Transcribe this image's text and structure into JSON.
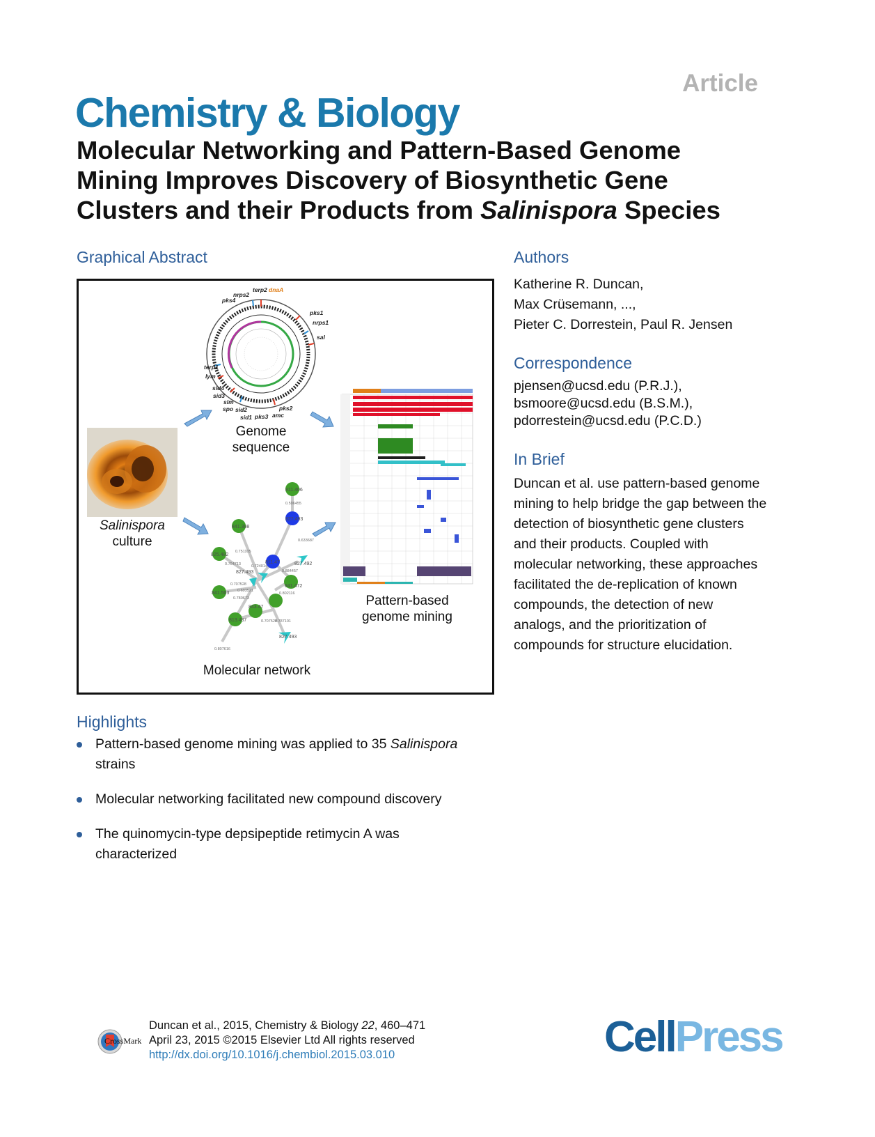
{
  "header": {
    "article_label": "Article",
    "journal": "Chemistry & Biology",
    "title_lines": [
      {
        "before": "Molecular Networking and Pattern-Based Genome",
        "italic": "",
        "after": ""
      },
      {
        "before": "Mining Improves Discovery of Biosynthetic Gene",
        "italic": "",
        "after": ""
      },
      {
        "before": "Clusters and their Products from ",
        "italic": "Salinispora",
        "after": " Species"
      }
    ]
  },
  "graphical_abstract": {
    "heading": "Graphical Abstract",
    "culture_label_italic": "Salinispora",
    "culture_label": "culture",
    "genome_label_1": "Genome",
    "genome_label_2": "sequence",
    "mining_label_1": "Pattern-based",
    "mining_label_2": "genome mining",
    "network_label": "Molecular network",
    "gene_labels": [
      "nrps2",
      "terp2",
      "dnaA",
      "pks4",
      "pks1",
      "nrps1",
      "sal",
      "terp1",
      "lym",
      "sid4",
      "sid3",
      "slm",
      "spo",
      "sid2",
      "sid1",
      "pks3",
      "amc",
      "pks2"
    ],
    "node_labels": [
      "811.406",
      "827.493",
      "841.398",
      "825.482",
      "841.503",
      "827.493",
      "843.47",
      "827.492",
      "841.472",
      "813.437",
      "827.493",
      "811.47"
    ],
    "edge_labels": [
      "0.596455",
      "0.633687",
      "0.751105",
      "0.764713",
      "0.724014",
      "0.884457",
      "0.707528",
      "0.693521",
      "0.780673",
      "0.802116",
      "0.787101",
      "0.707528",
      "0.807616"
    ]
  },
  "authors": {
    "heading": "Authors",
    "lines": [
      "Katherine R. Duncan,",
      "Max Crüsemann, ...,",
      "Pieter C. Dorrestein, Paul R. Jensen"
    ]
  },
  "correspondence": {
    "heading": "Correspondence",
    "lines": [
      "pjensen@ucsd.edu (P.R.J.),",
      "bsmoore@ucsd.edu (B.S.M.),",
      "pdorrestein@ucsd.edu (P.C.D.)"
    ]
  },
  "in_brief": {
    "heading": "In Brief",
    "lines": [
      "Duncan et al. use pattern-based genome",
      "mining to help bridge the gap between the",
      "detection of biosynthetic gene clusters",
      "and their products. Coupled with",
      "molecular networking, these approaches",
      "facilitated the de-replication of known",
      "compounds, the detection of new",
      "analogs, and the prioritization of",
      "compounds for structure elucidation."
    ]
  },
  "highlights": {
    "heading": "Highlights",
    "items": [
      {
        "line1_before": "Pattern-based genome mining was applied to 35 ",
        "line1_italic": "Salinispora",
        "line2": "strains"
      },
      {
        "line1_before": "Molecular networking facilitated new compound discovery",
        "line1_italic": "",
        "line2": ""
      },
      {
        "line1_before": "The quinomycin-type depsipeptide retimycin A was",
        "line1_italic": "",
        "line2": "characterized"
      }
    ]
  },
  "footer": {
    "citation_before": "Duncan et al., 2015, Chemistry & Biology ",
    "citation_volume": "22",
    "citation_after": ", 460–471",
    "date_line": "April 23, 2015 ©2015 Elsevier Ltd All rights reserved",
    "doi": "http://dx.doi.org/10.1016/j.chembiol.2015.03.010",
    "crossmark": "CrossMark",
    "publisher_part1": "Cell",
    "publisher_part2": "Press"
  },
  "colors": {
    "journal_blue": "#1b79ac",
    "section_blue": "#2e5e99",
    "article_gray": "#b3b3b3",
    "cellpress_dark": "#1b5f97",
    "cellpress_light": "#79b7e2"
  }
}
